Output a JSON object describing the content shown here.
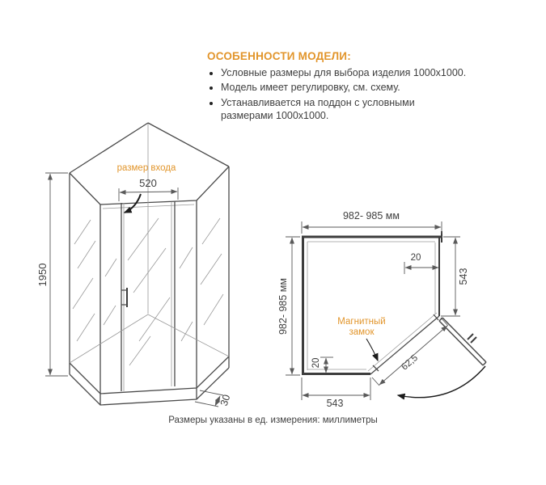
{
  "features": {
    "title": "ОСОБЕННОСТИ МОДЕЛИ:",
    "items": [
      "Условные размеры для выбора изделия 1000х1000.",
      "Модель имеет регулировку, см. схему.",
      "Устанавливается на поддон с условными размерами 1000х1000."
    ]
  },
  "iso": {
    "entrance_label": "размер входа",
    "dim_entrance": "520",
    "dim_height": "1950",
    "dim_tray": "30"
  },
  "plan": {
    "dim_top": "982- 985 мм",
    "dim_left": "982- 985 мм",
    "dim_right": "543",
    "dim_bottom": "543",
    "dim_adjust_top": "20",
    "dim_adjust_bottom": "20",
    "dim_door": "62,5",
    "magnet_label_line1": "Магнитный",
    "magnet_label_line2": "замок"
  },
  "footer": {
    "note": "Размеры указаны в ед. измерения: миллиметры"
  },
  "colors": {
    "accent": "#E2952B",
    "text": "#3F3F3F",
    "line": "#4A4A4A"
  }
}
